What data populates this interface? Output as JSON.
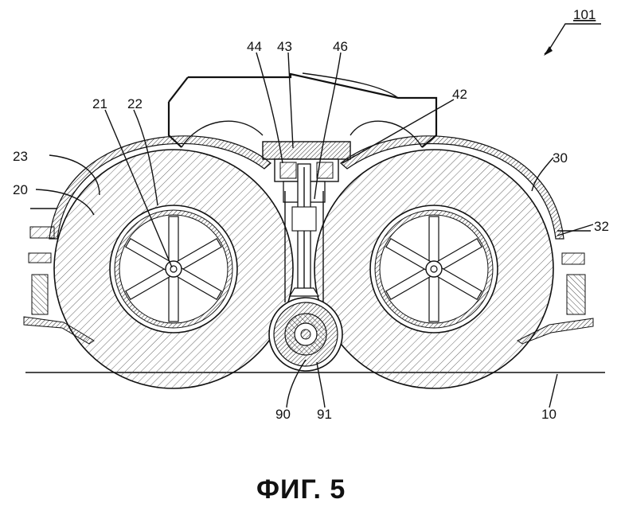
{
  "figure": {
    "caption": "ФИГ. 5",
    "reference_numerals": {
      "assembly": "101",
      "r23": "23",
      "r20": "20",
      "r21": "21",
      "r22": "22",
      "r44": "44",
      "r43": "43",
      "r46": "46",
      "r42": "42",
      "r30": "30",
      "r32": "32",
      "r90": "90",
      "r91": "91",
      "r10": "10"
    }
  }
}
